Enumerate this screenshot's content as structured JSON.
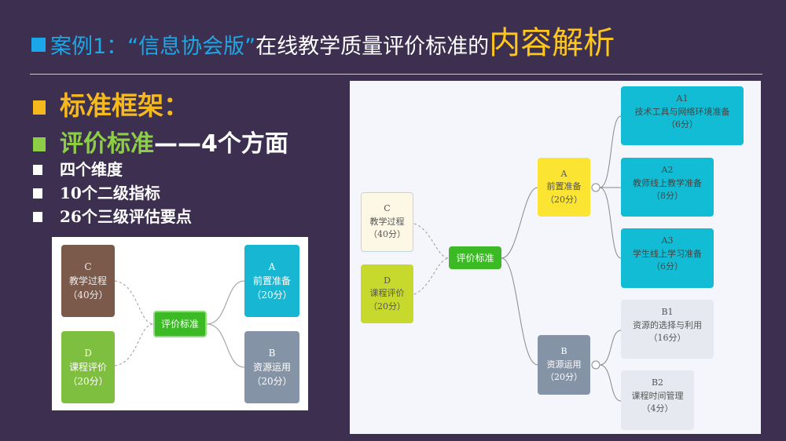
{
  "title": {
    "part1": "案例1：“信息协会版”",
    "part2": "在线教学质量评价标准的",
    "part3": "内容解析"
  },
  "framework_heading": "标准框架：",
  "criteria_heading": {
    "green": "评价标准",
    "rest": "——4个方面"
  },
  "bullets": [
    "四个维度",
    "10个二级指标",
    "26个三级评估要点"
  ],
  "small_map": {
    "center": "评价标准",
    "C": {
      "code": "C",
      "name": "教学过程",
      "score": "（40分）"
    },
    "D": {
      "code": "D",
      "name": "课程评价",
      "score": "（20分）"
    },
    "A": {
      "code": "A",
      "name": "前置准备",
      "score": "（20分）"
    },
    "B": {
      "code": "B",
      "name": "资源运用",
      "score": "（20分）"
    }
  },
  "big_map": {
    "center": "评价标准",
    "C": {
      "code": "C",
      "name": "教学过程",
      "score": "（40分）"
    },
    "D": {
      "code": "D",
      "name": "课程评价",
      "score": "（20分）"
    },
    "A": {
      "code": "A",
      "name": "前置准备",
      "score": "（20分）"
    },
    "B": {
      "code": "B",
      "name": "资源运用",
      "score": "（20分）"
    },
    "A1": {
      "code": "A1",
      "name": "技术工具与网络环境准备",
      "score": "（6分）"
    },
    "A2": {
      "code": "A2",
      "name": "教师线上教学准备",
      "score": "（8分）"
    },
    "A3": {
      "code": "A3",
      "name": "学生线上学习准备",
      "score": "（6分）"
    },
    "B1": {
      "code": "B1",
      "name": "资源的选择与利用",
      "score": "（16分）"
    },
    "B2": {
      "code": "B2",
      "name": "课程时间管理",
      "score": "（4分）"
    }
  },
  "colors": {
    "background": "#3d2f4f",
    "accent_blue": "#1ea7e6",
    "accent_yellow": "#ffc71e",
    "green": "#8ccf44"
  }
}
